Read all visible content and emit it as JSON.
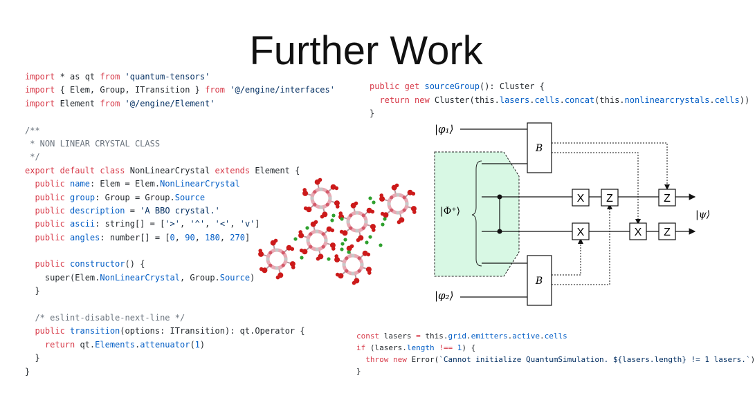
{
  "slide": {
    "title": "Further Work"
  },
  "code_main": {
    "lines": [
      [
        {
          "t": "import",
          "c": "kw"
        },
        {
          "t": " * as qt ",
          "c": "txt"
        },
        {
          "t": "from",
          "c": "kw"
        },
        {
          "t": " ",
          "c": "txt"
        },
        {
          "t": "'quantum-tensors'",
          "c": "str"
        }
      ],
      [
        {
          "t": "import",
          "c": "kw"
        },
        {
          "t": " { Elem, Group, ITransition } ",
          "c": "txt"
        },
        {
          "t": "from",
          "c": "kw"
        },
        {
          "t": " ",
          "c": "txt"
        },
        {
          "t": "'@/engine/interfaces'",
          "c": "str"
        }
      ],
      [
        {
          "t": "import",
          "c": "kw"
        },
        {
          "t": " Element ",
          "c": "txt"
        },
        {
          "t": "from",
          "c": "kw"
        },
        {
          "t": " ",
          "c": "txt"
        },
        {
          "t": "'@/engine/Element'",
          "c": "str"
        }
      ],
      [],
      [
        {
          "t": "/**",
          "c": "com"
        }
      ],
      [
        {
          "t": " * NON LINEAR CRYSTAL CLASS",
          "c": "com"
        }
      ],
      [
        {
          "t": " */",
          "c": "com"
        }
      ],
      [
        {
          "t": "export default class",
          "c": "kw"
        },
        {
          "t": " NonLinearCrystal ",
          "c": "txt"
        },
        {
          "t": "extends",
          "c": "kw"
        },
        {
          "t": " Element {",
          "c": "txt"
        }
      ],
      [
        {
          "t": "  public",
          "c": "kw"
        },
        {
          "t": " ",
          "c": "txt"
        },
        {
          "t": "name",
          "c": "prop"
        },
        {
          "t": ": Elem = Elem.",
          "c": "txt"
        },
        {
          "t": "NonLinearCrystal",
          "c": "prop"
        }
      ],
      [
        {
          "t": "  public",
          "c": "kw"
        },
        {
          "t": " ",
          "c": "txt"
        },
        {
          "t": "group",
          "c": "prop"
        },
        {
          "t": ": Group = Group.",
          "c": "txt"
        },
        {
          "t": "Source",
          "c": "prop"
        }
      ],
      [
        {
          "t": "  public",
          "c": "kw"
        },
        {
          "t": " ",
          "c": "txt"
        },
        {
          "t": "description",
          "c": "prop"
        },
        {
          "t": " = ",
          "c": "txt"
        },
        {
          "t": "'A BBO crystal.'",
          "c": "str"
        }
      ],
      [
        {
          "t": "  public",
          "c": "kw"
        },
        {
          "t": " ",
          "c": "txt"
        },
        {
          "t": "ascii",
          "c": "prop"
        },
        {
          "t": ": string[] = [",
          "c": "txt"
        },
        {
          "t": "'>'",
          "c": "str"
        },
        {
          "t": ", ",
          "c": "txt"
        },
        {
          "t": "'^'",
          "c": "str"
        },
        {
          "t": ", ",
          "c": "txt"
        },
        {
          "t": "'<'",
          "c": "str"
        },
        {
          "t": ", ",
          "c": "txt"
        },
        {
          "t": "'v'",
          "c": "str"
        },
        {
          "t": "]",
          "c": "txt"
        }
      ],
      [
        {
          "t": "  public",
          "c": "kw"
        },
        {
          "t": " ",
          "c": "txt"
        },
        {
          "t": "angles",
          "c": "prop"
        },
        {
          "t": ": number[] = [",
          "c": "txt"
        },
        {
          "t": "0",
          "c": "num"
        },
        {
          "t": ", ",
          "c": "txt"
        },
        {
          "t": "90",
          "c": "num"
        },
        {
          "t": ", ",
          "c": "txt"
        },
        {
          "t": "180",
          "c": "num"
        },
        {
          "t": ", ",
          "c": "txt"
        },
        {
          "t": "270",
          "c": "num"
        },
        {
          "t": "]",
          "c": "txt"
        }
      ],
      [],
      [
        {
          "t": "  public",
          "c": "kw"
        },
        {
          "t": " ",
          "c": "txt"
        },
        {
          "t": "constructor",
          "c": "prop"
        },
        {
          "t": "() {",
          "c": "txt"
        }
      ],
      [
        {
          "t": "    super(Elem.",
          "c": "txt"
        },
        {
          "t": "NonLinearCrystal",
          "c": "prop"
        },
        {
          "t": ", Group.",
          "c": "txt"
        },
        {
          "t": "Source",
          "c": "prop"
        },
        {
          "t": ")",
          "c": "txt"
        }
      ],
      [
        {
          "t": "  }",
          "c": "txt"
        }
      ],
      [],
      [
        {
          "t": "  /* eslint-disable-next-line */",
          "c": "com"
        }
      ],
      [
        {
          "t": "  public",
          "c": "kw"
        },
        {
          "t": " ",
          "c": "txt"
        },
        {
          "t": "transition",
          "c": "prop"
        },
        {
          "t": "(options: ITransition): qt.Operator {",
          "c": "txt"
        }
      ],
      [
        {
          "t": "    return",
          "c": "kw"
        },
        {
          "t": " qt.",
          "c": "txt"
        },
        {
          "t": "Elements",
          "c": "prop"
        },
        {
          "t": ".",
          "c": "txt"
        },
        {
          "t": "attenuator",
          "c": "prop"
        },
        {
          "t": "(",
          "c": "txt"
        },
        {
          "t": "1",
          "c": "num"
        },
        {
          "t": ")",
          "c": "txt"
        }
      ],
      [
        {
          "t": "  }",
          "c": "txt"
        }
      ],
      [
        {
          "t": "}",
          "c": "txt"
        }
      ]
    ]
  },
  "code_source": {
    "lines": [
      [
        {
          "t": "public get",
          "c": "kw"
        },
        {
          "t": " ",
          "c": "txt"
        },
        {
          "t": "sourceGroup",
          "c": "prop"
        },
        {
          "t": "(): Cluster {",
          "c": "txt"
        }
      ],
      [
        {
          "t": "  return new",
          "c": "kw"
        },
        {
          "t": " Cluster(this.",
          "c": "txt"
        },
        {
          "t": "lasers",
          "c": "prop"
        },
        {
          "t": ".",
          "c": "txt"
        },
        {
          "t": "cells",
          "c": "prop"
        },
        {
          "t": ".",
          "c": "txt"
        },
        {
          "t": "concat",
          "c": "prop"
        },
        {
          "t": "(this.",
          "c": "txt"
        },
        {
          "t": "nonlinearcrystals",
          "c": "prop"
        },
        {
          "t": ".",
          "c": "txt"
        },
        {
          "t": "cells",
          "c": "prop"
        },
        {
          "t": "))",
          "c": "txt"
        }
      ],
      [
        {
          "t": "}",
          "c": "txt"
        }
      ]
    ]
  },
  "code_lasers": {
    "lines": [
      [
        {
          "t": "const",
          "c": "kw"
        },
        {
          "t": " lasers ",
          "c": "txt"
        },
        {
          "t": "=",
          "c": "kw"
        },
        {
          "t": " this.",
          "c": "txt"
        },
        {
          "t": "grid",
          "c": "prop"
        },
        {
          "t": ".",
          "c": "txt"
        },
        {
          "t": "emitters",
          "c": "prop"
        },
        {
          "t": ".",
          "c": "txt"
        },
        {
          "t": "active",
          "c": "prop"
        },
        {
          "t": ".",
          "c": "txt"
        },
        {
          "t": "cells",
          "c": "prop"
        }
      ],
      [
        {
          "t": "if",
          "c": "kw"
        },
        {
          "t": " (lasers.",
          "c": "txt"
        },
        {
          "t": "length",
          "c": "prop"
        },
        {
          "t": " ",
          "c": "txt"
        },
        {
          "t": "!==",
          "c": "kw"
        },
        {
          "t": " ",
          "c": "txt"
        },
        {
          "t": "1",
          "c": "num"
        },
        {
          "t": ") {",
          "c": "txt"
        }
      ],
      [
        {
          "t": "  throw new",
          "c": "kw"
        },
        {
          "t": " Error(",
          "c": "txt"
        },
        {
          "t": "`Cannot initialize QuantumSimulation. ${lasers.length} != 1 lasers.`",
          "c": "str"
        },
        {
          "t": ")",
          "c": "txt"
        }
      ],
      [
        {
          "t": "}",
          "c": "txt"
        }
      ]
    ]
  },
  "circuit": {
    "phi1": "|φ₁⟩",
    "phi2": "|φ₂⟩",
    "Phi": "|Φ⁺⟩",
    "psi": "|ψ⟩",
    "B": "B",
    "X": "X",
    "Z": "Z"
  },
  "colors": {
    "keyword": "#d73a49",
    "string": "#032f62",
    "property": "#005cc5",
    "comment": "#6a737d",
    "text": "#24292e",
    "molecule_oxygen": "#cc1a1a",
    "molecule_core": "#e8aab4",
    "small_molecule": "#2da02d",
    "entangled_region": "#d8f8e4"
  }
}
